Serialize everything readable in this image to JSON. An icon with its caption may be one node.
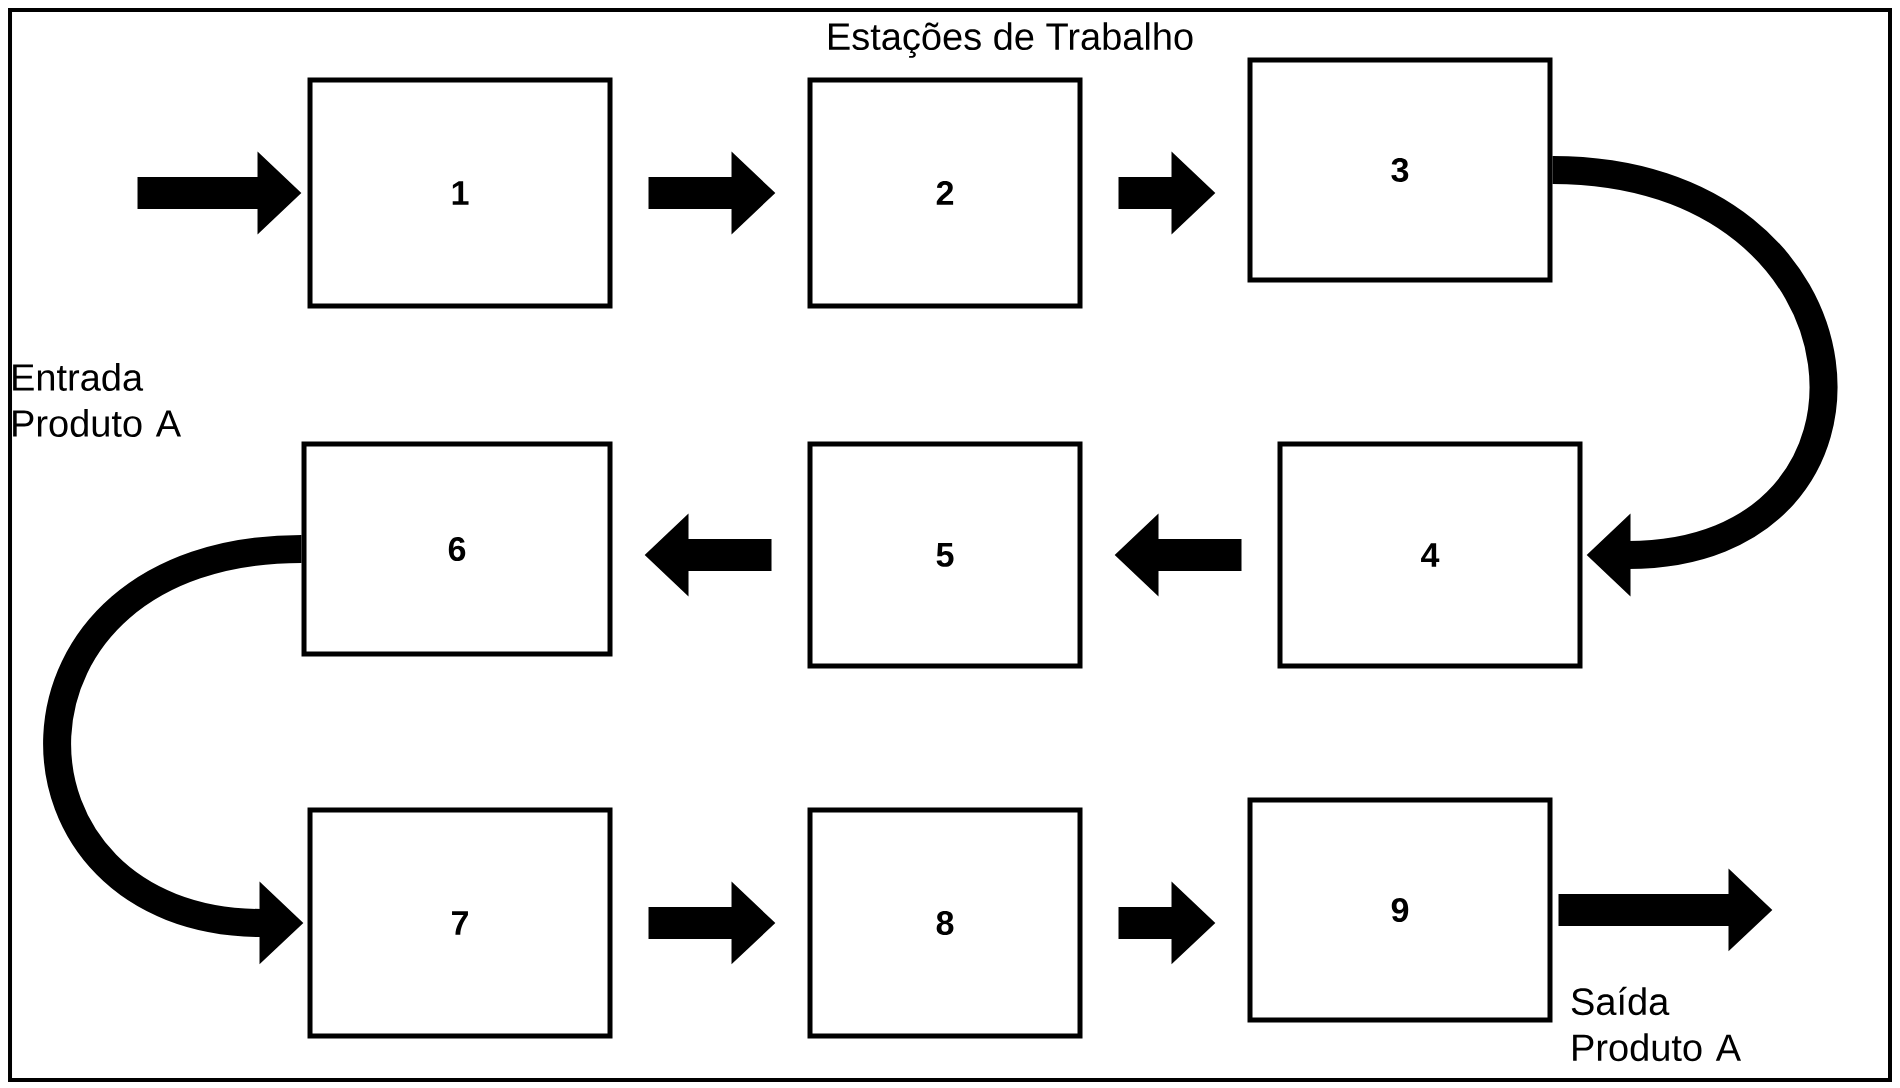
{
  "diagram": {
    "title": "Estações de Trabalho",
    "nodes": [
      {
        "text": [
          "1"
        ]
      },
      {
        "text": [
          "2"
        ]
      },
      {
        "text": [
          "3"
        ]
      },
      {
        "text": [
          "4"
        ]
      },
      {
        "text": [
          "5"
        ]
      },
      {
        "text": [
          "6"
        ]
      },
      {
        "text": [
          "7"
        ]
      },
      {
        "text": [
          "8"
        ]
      },
      {
        "text": [
          "9"
        ]
      }
    ],
    "edges": [
      {
        "from": null,
        "to": 0,
        "arrow": "to"
      },
      {
        "from": 0,
        "to": 1,
        "arrow": "to"
      },
      {
        "from": 1,
        "to": 2,
        "arrow": "to"
      },
      {
        "from": 2,
        "to": 3,
        "arrow": "to"
      },
      {
        "from": 3,
        "to": 4,
        "arrow": "to"
      },
      {
        "from": 4,
        "to": 5,
        "arrow": "to"
      },
      {
        "from": 5,
        "to": 6,
        "arrow": "to"
      },
      {
        "from": 6,
        "to": 7,
        "arrow": "to"
      },
      {
        "from": 7,
        "to": 8,
        "arrow": "to"
      },
      {
        "from": 8,
        "to": null,
        "arrow": "to"
      }
    ],
    "labels": [
      "Entrada Produto A",
      "Saída Produto A"
    ]
  }
}
